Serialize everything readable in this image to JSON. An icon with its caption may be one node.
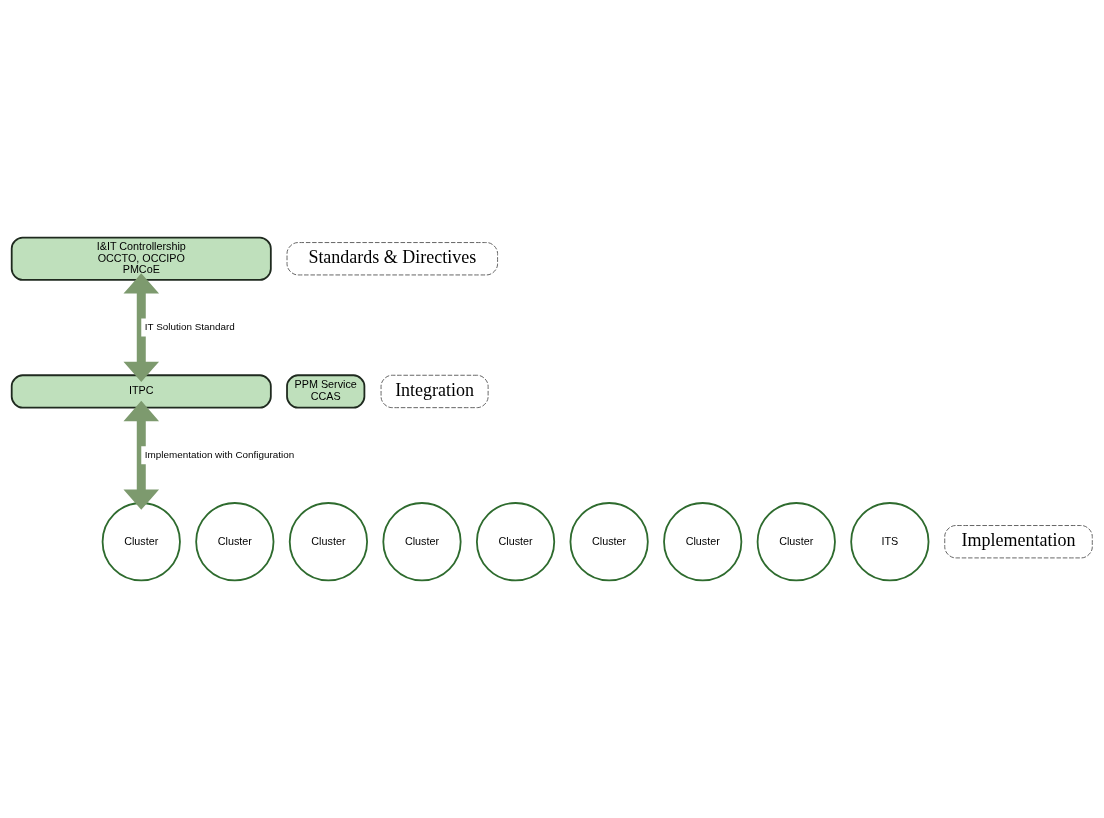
{
  "diagram": {
    "nodes": [
      {
        "text": [
          "I&IT Controllership",
          "OCCTO, OCCIPO",
          "PMCoE"
        ]
      },
      {
        "text": [
          "Standards & Directives"
        ]
      },
      {
        "text": [
          "PPM Service",
          "CCAS"
        ]
      },
      {
        "text": [
          "ITPC"
        ]
      },
      {
        "text": [
          "Integration"
        ]
      },
      {
        "text": [
          "Cluster"
        ]
      },
      {
        "text": [
          "Cluster"
        ]
      },
      {
        "text": [
          "Cluster"
        ]
      },
      {
        "text": [
          "Cluster"
        ]
      },
      {
        "text": [
          "Cluster"
        ]
      },
      {
        "text": [
          "Cluster"
        ]
      },
      {
        "text": [
          "Cluster"
        ]
      },
      {
        "text": [
          "Cluster"
        ]
      },
      {
        "text": [
          "ITS"
        ]
      },
      {
        "text": [
          "Implementation"
        ]
      }
    ],
    "edges": [
      {
        "from": 0,
        "to": 3,
        "arrow": "both",
        "label": "IT Solution Standard"
      },
      {
        "from": 3,
        "to": 9,
        "arrow": "both",
        "label": "Implementation with Configuration"
      }
    ]
  }
}
